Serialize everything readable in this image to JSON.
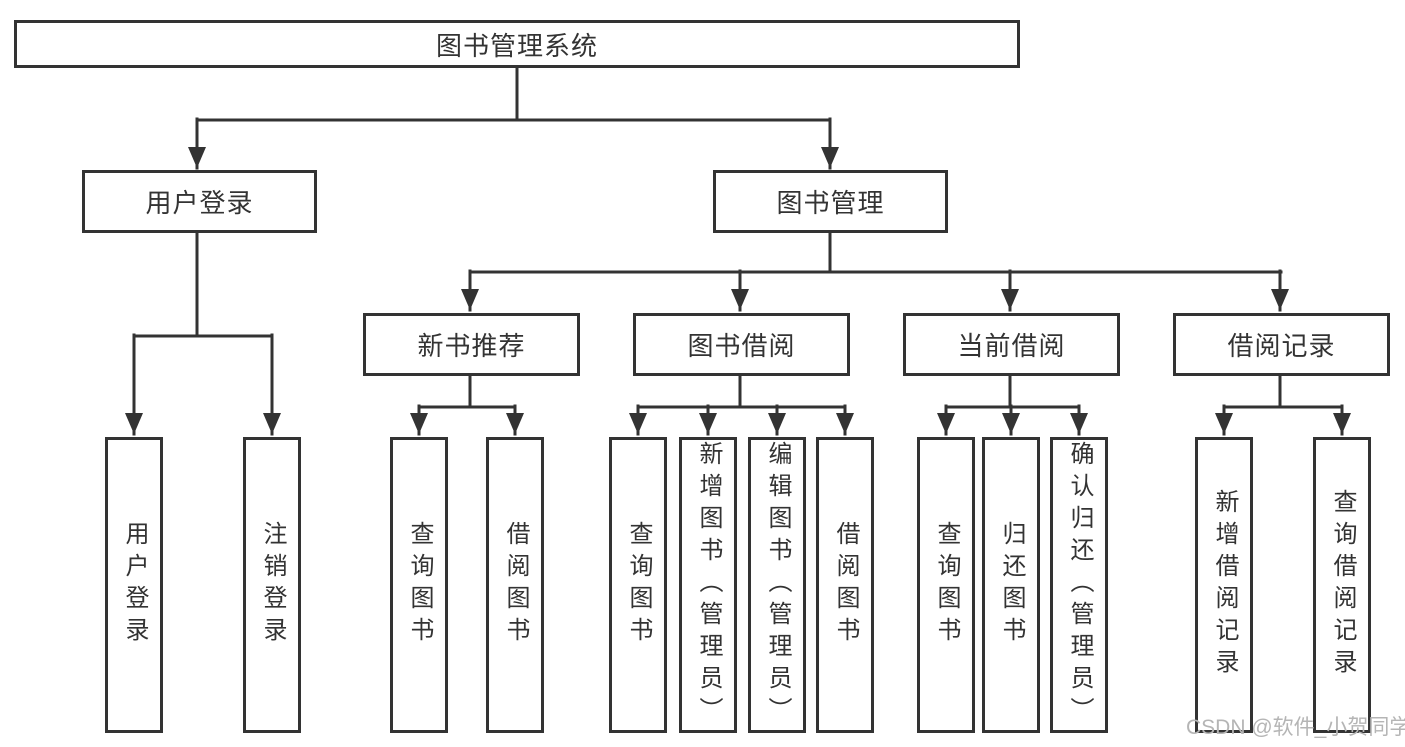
{
  "diagram": {
    "root": {
      "label": "图书管理系统"
    },
    "level2": [
      {
        "label": "用户登录"
      },
      {
        "label": "图书管理"
      }
    ],
    "level3": [
      {
        "label": "新书推荐"
      },
      {
        "label": "图书借阅"
      },
      {
        "label": "当前借阅"
      },
      {
        "label": "借阅记录"
      }
    ],
    "leaves": [
      {
        "label": "用户登录",
        "parent": "用户登录"
      },
      {
        "label": "注销登录",
        "parent": "用户登录"
      },
      {
        "label": "查询图书",
        "parent": "新书推荐"
      },
      {
        "label": "借阅图书",
        "parent": "新书推荐"
      },
      {
        "label": "查询图书",
        "parent": "图书借阅"
      },
      {
        "label": "新增图书（管理员）",
        "parent": "图书借阅"
      },
      {
        "label": "编辑图书（管理员）",
        "parent": "图书借阅"
      },
      {
        "label": "借阅图书",
        "parent": "图书借阅"
      },
      {
        "label": "查询图书",
        "parent": "当前借阅"
      },
      {
        "label": "归还图书",
        "parent": "当前借阅"
      },
      {
        "label": "确认归还（管理员）",
        "parent": "当前借阅"
      },
      {
        "label": "新增借阅记录",
        "parent": "借阅记录"
      },
      {
        "label": "查询借阅记录",
        "parent": "借阅记录"
      }
    ]
  },
  "watermark": {
    "text": "CSDN @软件_小贺同学"
  },
  "colors": {
    "line": "#333333",
    "text": "#333333",
    "watermark": "#b5b5b5",
    "background": "#ffffff"
  }
}
